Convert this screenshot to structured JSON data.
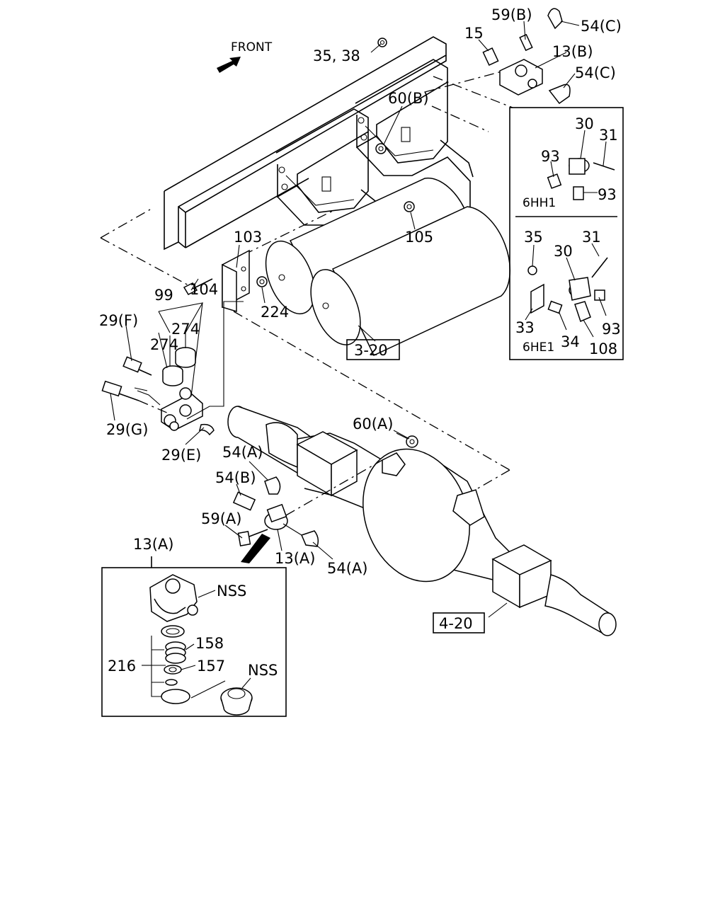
{
  "direction": {
    "label": "FRONT"
  },
  "labels": {
    "l_59b": "59(B)",
    "l_54c_top": "54(C)",
    "l_15": "15",
    "l_13b": "13(B)",
    "l_3538": "35, 38",
    "l_54c_mid": "54(C)",
    "l_60b": "60(B)",
    "l_30_a": "30",
    "l_31_a": "31",
    "l_93_a": "93",
    "l_93_b": "93",
    "l_6hh1": "6HH1",
    "l_35": "35",
    "l_31_b": "31",
    "l_30_b": "30",
    "l_93_c": "93",
    "l_33": "33",
    "l_34": "34",
    "l_108": "108",
    "l_6he1": "6HE1",
    "l_103": "103",
    "l_105": "105",
    "l_104": "104",
    "l_224": "224",
    "l_99": "99",
    "l_274_a": "274",
    "l_274_b": "274",
    "l_29f": "29(F)",
    "l_29g": "29(G)",
    "l_29e": "29(E)",
    "l_320": "3-20",
    "l_60a": "60(A)",
    "l_54a_1": "54(A)",
    "l_54b": "54(B)",
    "l_59a": "59(A)",
    "l_13a_top": "13(A)",
    "l_13a_mid": "13(A)",
    "l_54a_2": "54(A)",
    "l_nss_1": "NSS",
    "l_158": "158",
    "l_157": "157",
    "l_216": "216",
    "l_nss_2": "NSS",
    "l_420": "4-20"
  }
}
